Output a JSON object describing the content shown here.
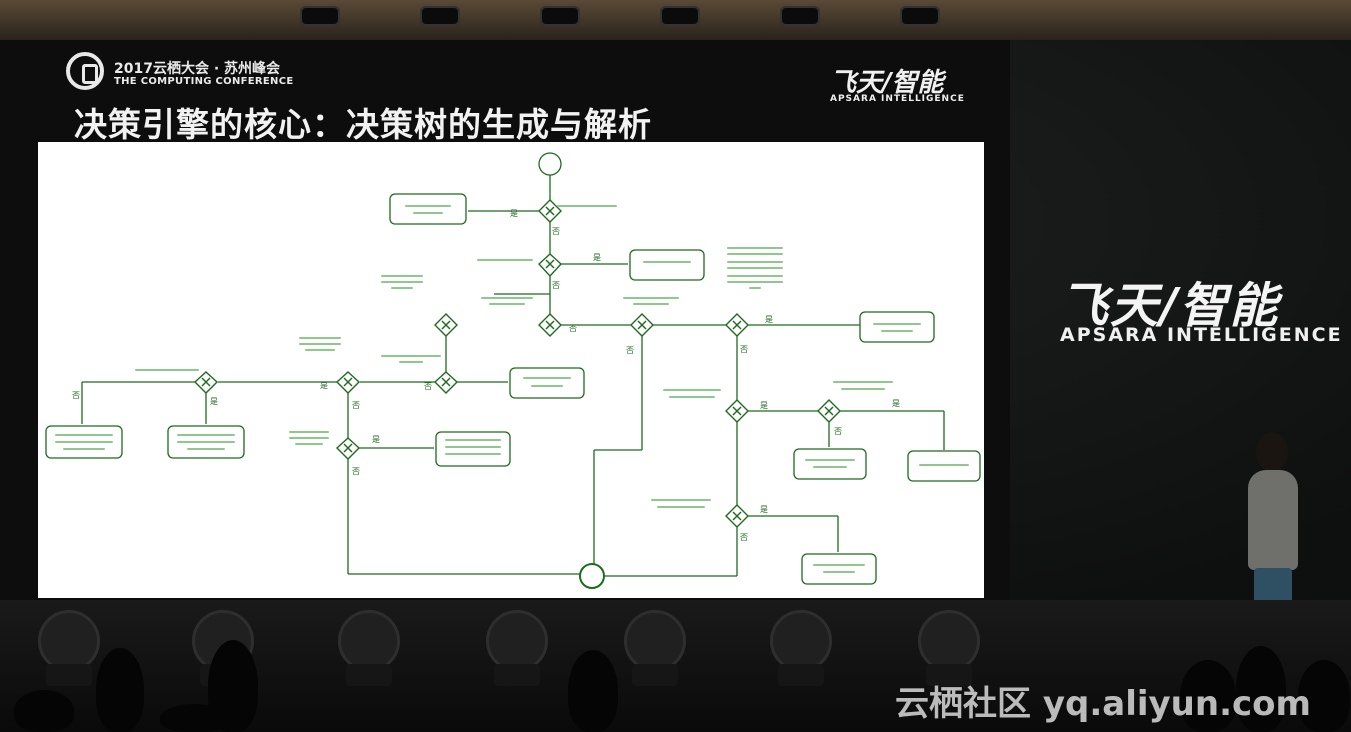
{
  "conference": {
    "line1": "2017云栖大会 · 苏州峰会",
    "line2": "THE COMPUTING CONFERENCE"
  },
  "slide": {
    "title": "决策引擎的核心：决策树的生成与解析"
  },
  "brand": {
    "name": "飞天/智能",
    "subtitle": "APSARA INTELLIGENCE"
  },
  "watermark": "云栖社区 yq.aliyun.com",
  "colors": {
    "diagram_stroke": "#1e6b1e",
    "diagram_bg": "#ffffff",
    "screen_bg": "#0c0d0c"
  },
  "diagram": {
    "edge_labels": {
      "yes": "是",
      "no": "否"
    }
  }
}
